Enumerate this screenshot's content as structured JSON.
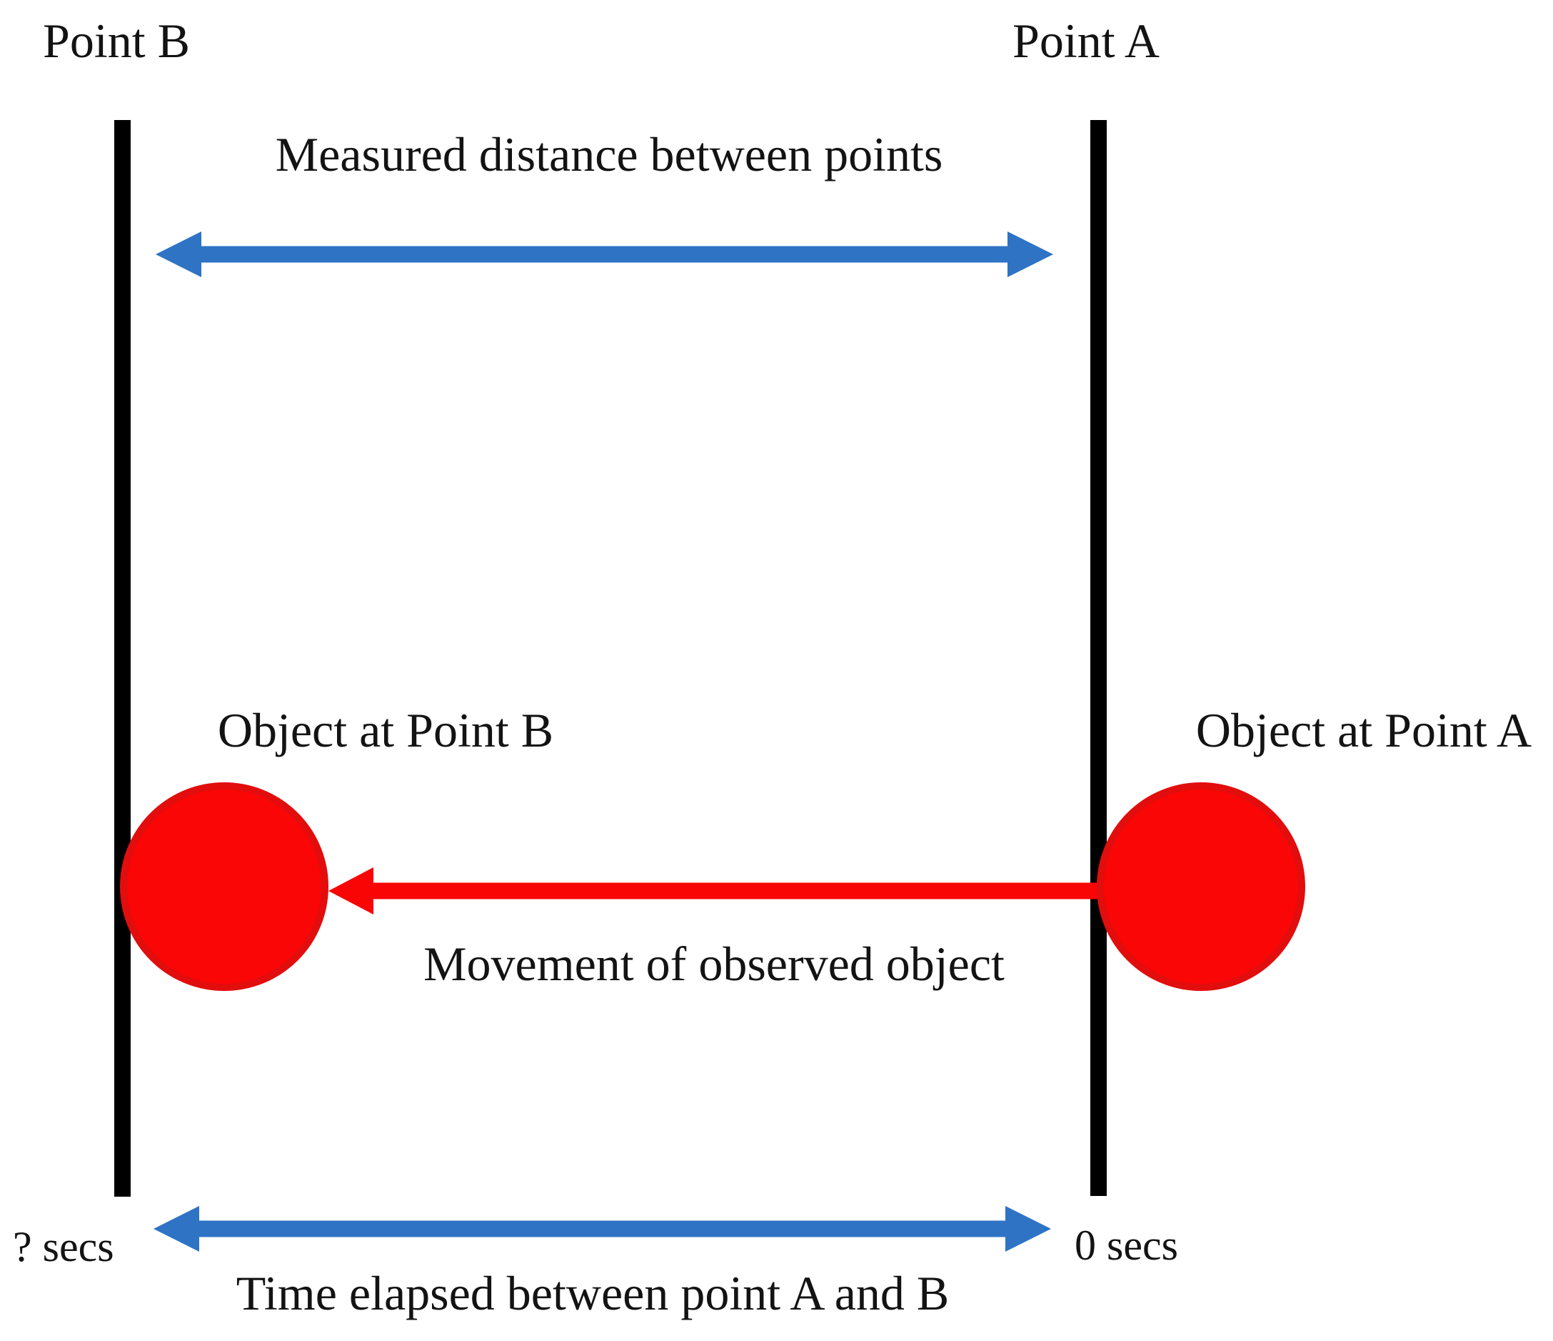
{
  "diagram": {
    "title_labels": {
      "point_b": "Point B",
      "point_a": "Point A"
    },
    "annotations": {
      "measured_distance": "Measured distance between points",
      "object_at_point_b": "Object at Point B",
      "object_at_point_a": "Object at Point A",
      "movement": "Movement of observed object",
      "time_elapsed": "Time elapsed between point A and B"
    },
    "time_values": {
      "at_point_b": "? secs",
      "at_point_a": "0 secs"
    },
    "colors": {
      "arrow_blue": "#2E73C4",
      "object_red_fill": "#FA0606",
      "object_red_stroke": "#E20D0D",
      "movement_arrow_red": "#F90505",
      "line_black": "#000000",
      "text_black": "#131313",
      "background": "#FFFFFF"
    }
  }
}
